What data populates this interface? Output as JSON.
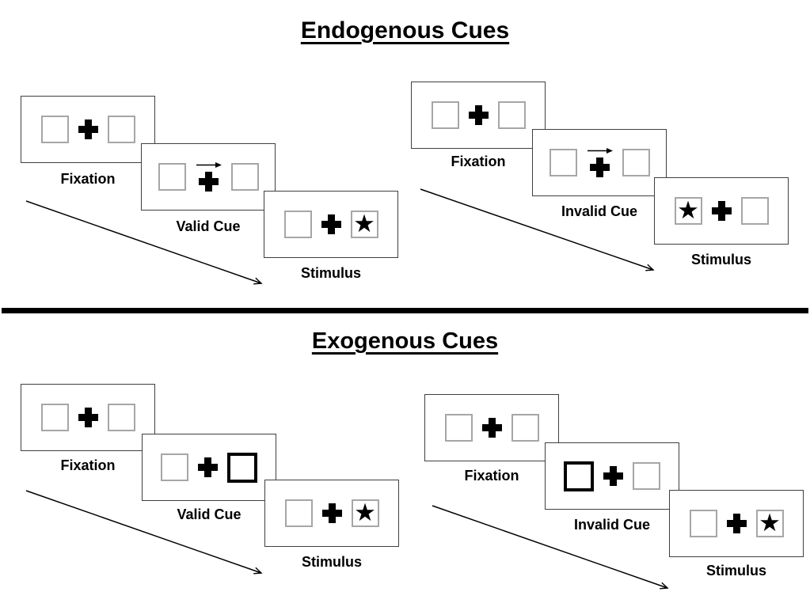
{
  "symbols": {
    "star": "★"
  },
  "colors": {
    "ink": "#000000",
    "panel_border": "#3f3f3f",
    "box_border": "#a6a6a6",
    "background": "#ffffff"
  },
  "sections": [
    {
      "title": "Endogenous Cues",
      "trials": [
        {
          "name": "valid",
          "cue_type": "central-arrow-right",
          "stimulus_side": "right",
          "steps": [
            {
              "label": "Fixation"
            },
            {
              "label": "Valid Cue"
            },
            {
              "label": "Stimulus"
            }
          ]
        },
        {
          "name": "invalid",
          "cue_type": "central-arrow-right",
          "stimulus_side": "left",
          "steps": [
            {
              "label": "Fixation"
            },
            {
              "label": "Invalid Cue"
            },
            {
              "label": "Stimulus"
            }
          ]
        }
      ]
    },
    {
      "title": "Exogenous Cues",
      "trials": [
        {
          "name": "valid",
          "cue_type": "peripheral-box-highlight-right",
          "stimulus_side": "right",
          "steps": [
            {
              "label": "Fixation"
            },
            {
              "label": "Valid Cue"
            },
            {
              "label": "Stimulus"
            }
          ]
        },
        {
          "name": "invalid",
          "cue_type": "peripheral-box-highlight-left",
          "stimulus_side": "right",
          "steps": [
            {
              "label": "Fixation"
            },
            {
              "label": "Invalid Cue"
            },
            {
              "label": "Stimulus"
            }
          ]
        }
      ]
    }
  ]
}
